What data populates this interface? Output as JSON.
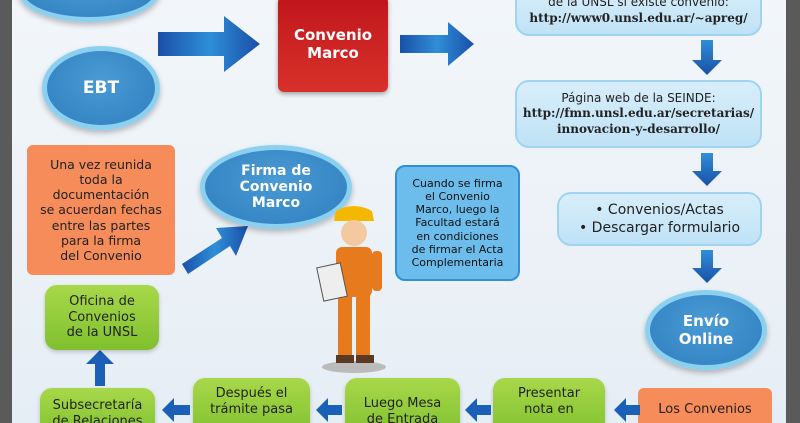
{
  "nodes": {
    "ebt": "EBT",
    "convenio_marco": [
      "Convenio",
      "Marco"
    ],
    "check_box": [
      "de la UNSL si existe convenio:",
      "http://www0.unsl.edu.ar/~apreg/"
    ],
    "seinde": [
      "Página web de la SEINDE:",
      "http://fmn.unsl.edu.ar/secretarias/",
      "innovacion-y-desarrollo/"
    ],
    "convenios_actas": [
      "• Convenios/Actas",
      "• Descargar formulario"
    ],
    "envio_online": [
      "Envío",
      "Online"
    ],
    "los_convenios": "Los Convenios",
    "presentar_nota": [
      "Presentar",
      "nota en"
    ],
    "luego_mesa": [
      "Luego Mesa",
      "de Entrada"
    ],
    "despues_tramite": [
      "Después el",
      "trámite pasa"
    ],
    "subsecretaria": [
      "Subsecretaría",
      "de Relaciones"
    ],
    "oficina": [
      "Oficina de",
      "Convenios",
      "de la UNSL"
    ],
    "una_vez": [
      "Una vez reunida",
      "toda la",
      "documentación",
      "se acuerdan fechas",
      "entre las partes",
      "para la firma",
      "del Convenio"
    ],
    "firma": [
      "Firma de",
      "Convenio",
      "Marco"
    ],
    "info": [
      "Cuando se firma",
      "el Convenio",
      "Marco, luego la",
      "Facultad estará",
      "en condiciones",
      "de firmar el Acta",
      "Complementaria"
    ]
  },
  "colors": {
    "blue": "#2f7fc0",
    "red": "#c0161c",
    "green": "#8cc63f",
    "orange": "#f58c5a"
  }
}
